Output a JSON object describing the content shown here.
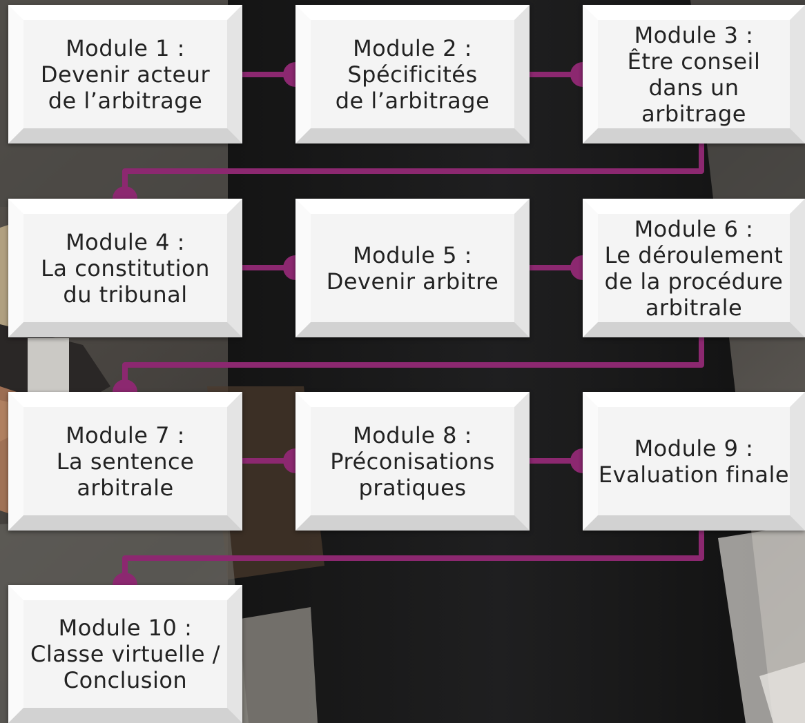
{
  "colors": {
    "connector": "#8c2870"
  },
  "modules": [
    {
      "label": "Module 1 :\nDevenir acteur\nde l’arbitrage"
    },
    {
      "label": "Module 2 :\nSpécificités\nde l’arbitrage"
    },
    {
      "label": "Module 3 :\nÊtre conseil\ndans un\narbitrage"
    },
    {
      "label": "Module 4 :\nLa constitution\ndu tribunal"
    },
    {
      "label": "Module 5 :\nDevenir arbitre"
    },
    {
      "label": "Module 6 :\nLe déroulement\nde la procédure\narbitrale"
    },
    {
      "label": "Module 7 :\nLa sentence\narbitrale"
    },
    {
      "label": "Module 8 :\nPréconisations\npratiques"
    },
    {
      "label": "Module 9 :\nEvaluation finale"
    },
    {
      "label": "Module 10 :\nClasse virtuelle /\nConclusion"
    }
  ]
}
